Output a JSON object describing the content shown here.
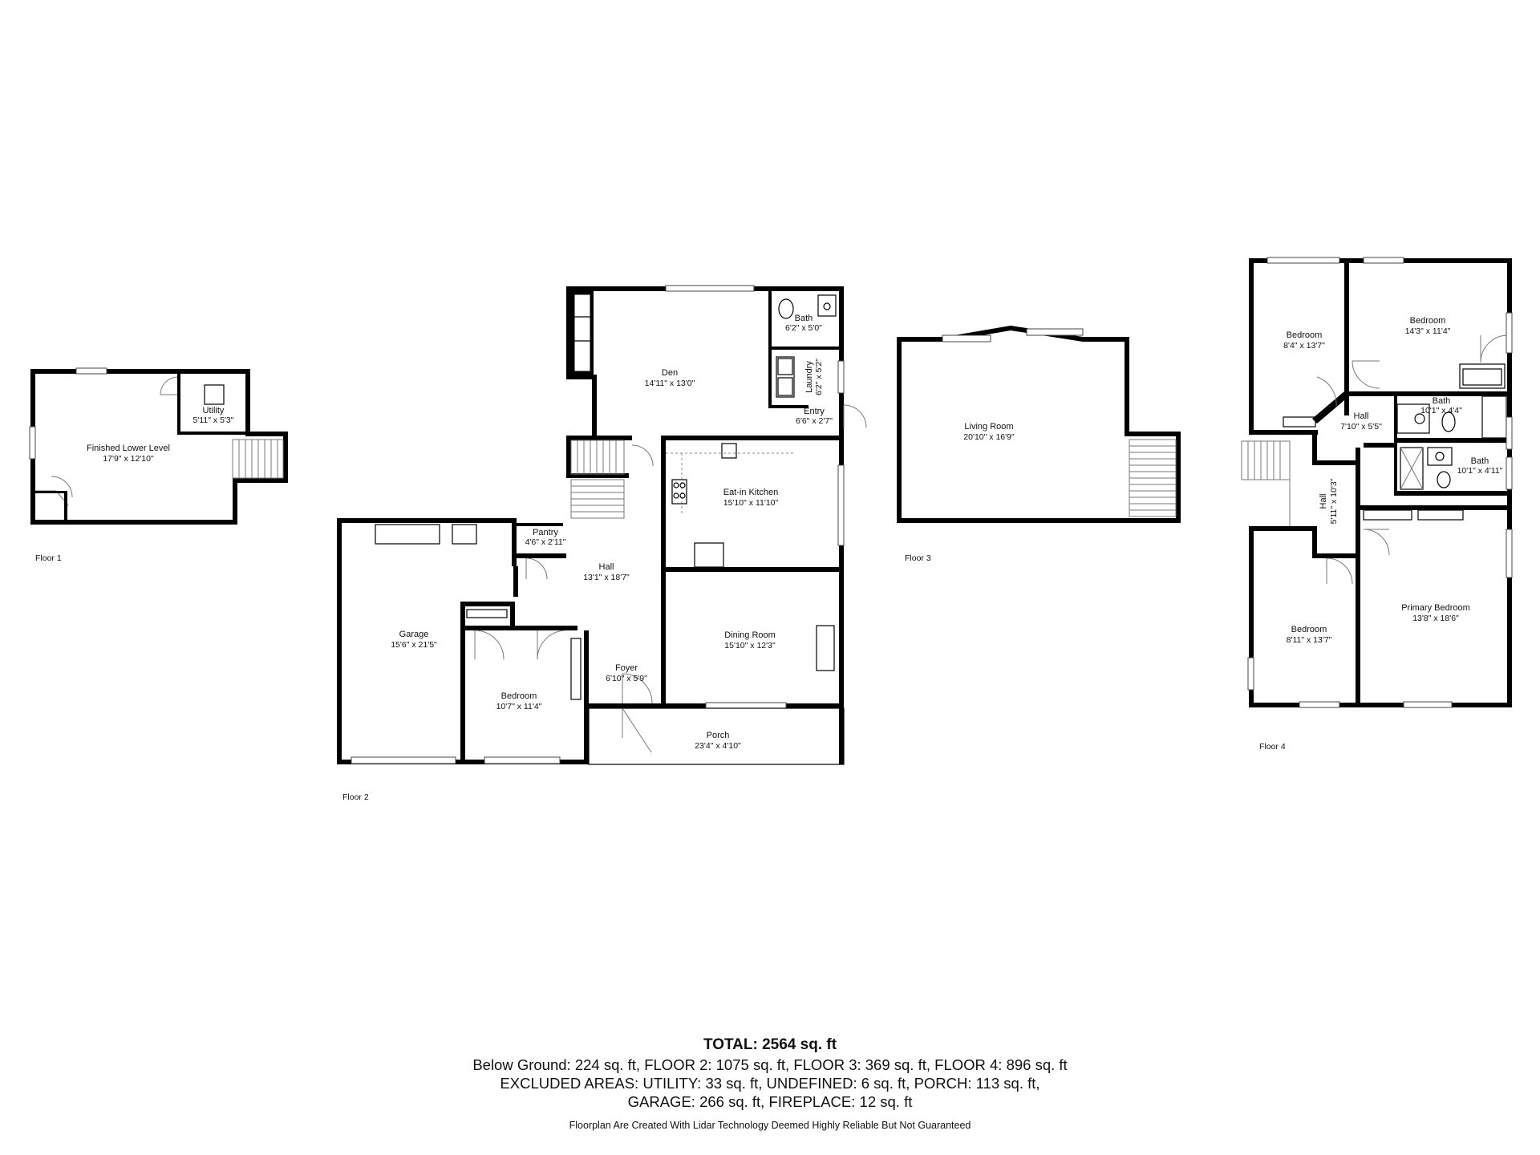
{
  "floors": [
    {
      "label": "Floor 1"
    },
    {
      "label": "Floor 2"
    },
    {
      "label": "Floor 3"
    },
    {
      "label": "Floor 4"
    }
  ],
  "rooms": {
    "finished_lower_level": {
      "name": "Finished Lower Level",
      "dim": "17'9\" x 12'10\""
    },
    "utility": {
      "name": "Utility",
      "dim": "5'11\" x 5'3\""
    },
    "den": {
      "name": "Den",
      "dim": "14'11\" x 13'0\""
    },
    "bath_f2": {
      "name": "Bath",
      "dim": "6'2\" x 5'0\""
    },
    "laundry": {
      "name": "Laundry",
      "dim": "6'2\" x 5'2\""
    },
    "entry": {
      "name": "Entry",
      "dim": "6'6\" x 2'7\""
    },
    "eat_in_kitchen": {
      "name": "Eat-in Kitchen",
      "dim": "15'10\" x 11'10\""
    },
    "pantry": {
      "name": "Pantry",
      "dim": "4'6\" x 2'11\""
    },
    "hall_f2": {
      "name": "Hall",
      "dim": "13'1\" x 18'7\""
    },
    "garage": {
      "name": "Garage",
      "dim": "15'6\" x 21'5\""
    },
    "dining_room": {
      "name": "Dining Room",
      "dim": "15'10\" x 12'3\""
    },
    "foyer": {
      "name": "Foyer",
      "dim": "6'10\" x 5'9\""
    },
    "bedroom_f2": {
      "name": "Bedroom",
      "dim": "10'7\" x 11'4\""
    },
    "porch": {
      "name": "Porch",
      "dim": "23'4\" x 4'10\""
    },
    "living_room": {
      "name": "Living Room",
      "dim": "20'10\" x 16'9\""
    },
    "bedroom_f4_a": {
      "name": "Bedroom",
      "dim": "8'4\" x 13'7\""
    },
    "bedroom_f4_b": {
      "name": "Bedroom",
      "dim": "14'3\" x 11'4\""
    },
    "hall_f4_a": {
      "name": "Hall",
      "dim": "7'10\" x 5'5\""
    },
    "bath_f4_a": {
      "name": "Bath",
      "dim": "10'1\" x 4'4\""
    },
    "bath_f4_b": {
      "name": "Bath",
      "dim": "10'1\" x 4'11\""
    },
    "hall_f4_b": {
      "name": "Hall",
      "dim": "5'11\" x 10'3\""
    },
    "bedroom_f4_c": {
      "name": "Bedroom",
      "dim": "8'11\" x 13'7\""
    },
    "primary_bedroom": {
      "name": "Primary Bedroom",
      "dim": "13'8\" x 18'6\""
    }
  },
  "summary": {
    "total": "TOTAL: 2564 sq. ft",
    "line1": "Below Ground: 224 sq. ft, FLOOR 2: 1075 sq. ft, FLOOR 3: 369 sq. ft, FLOOR 4: 896 sq. ft",
    "line2": "EXCLUDED AREAS: UTILITY: 33 sq. ft, UNDEFINED: 6 sq. ft, PORCH: 113 sq. ft,",
    "line3": "GARAGE: 266 sq. ft, FIREPLACE: 12 sq. ft"
  },
  "disclaimer": "Floorplan Are Created With Lidar Technology Deemed Highly Reliable But Not Guaranteed",
  "colors": {
    "wall": "#000000",
    "background": "#ffffff"
  }
}
